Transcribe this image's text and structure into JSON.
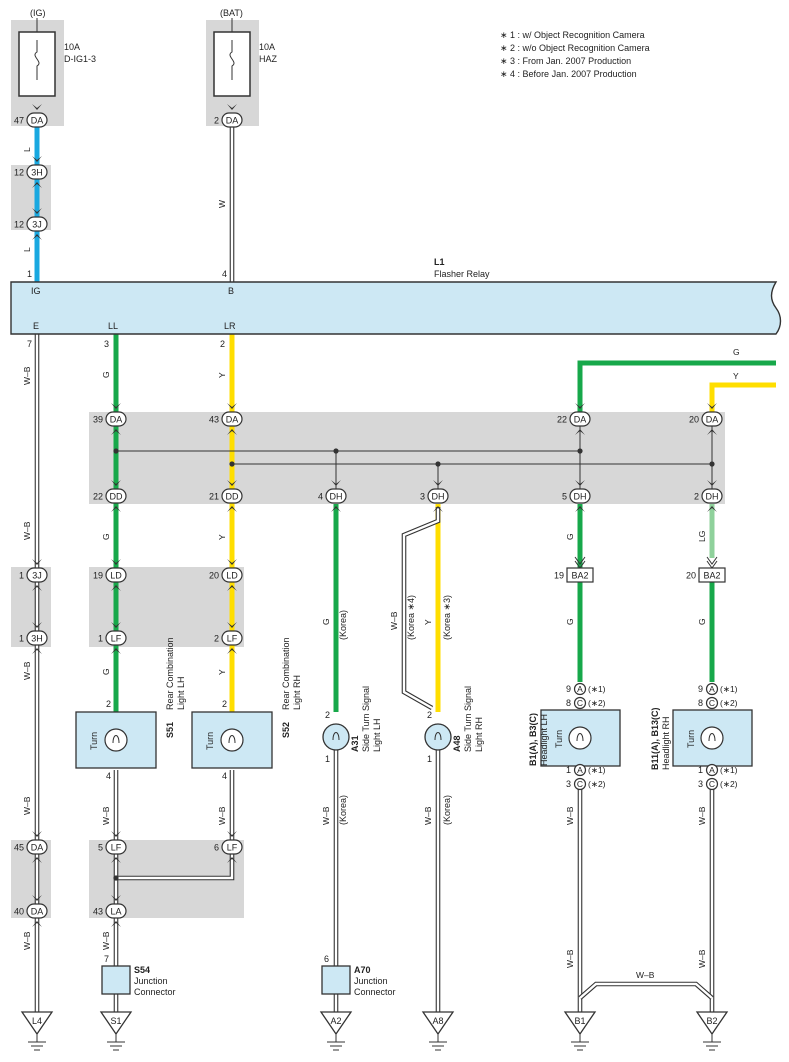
{
  "notes": [
    "∗ 1 : w/ Object Recognition Camera",
    "∗ 2 : w/o Object Recognition Camera",
    "∗ 3 : From Jan.  2007 Production",
    "∗ 4 : Before Jan.  2007 Production"
  ],
  "power": {
    "ig": {
      "source": "(IG)",
      "fuse_amp": "10A",
      "fuse_name": "D-IG1-3",
      "pin": "47",
      "conn": "DA"
    },
    "bat": {
      "source": "(BAT)",
      "fuse_amp": "10A",
      "fuse_name": "HAZ",
      "pin": "2",
      "conn": "DA"
    }
  },
  "relay": {
    "code": "L1",
    "name": "Flasher Relay",
    "pin_ig": "1",
    "term_ig": "IG",
    "pin_b": "4",
    "term_b": "B",
    "pin_e": "7",
    "term_e": "E",
    "pin_ll": "3",
    "term_ll": "LL",
    "pin_lr": "2",
    "term_lr": "LR"
  },
  "wire_colors": {
    "L": "L",
    "W": "W",
    "WB": "W–B",
    "G": "G",
    "Y": "Y",
    "LG": "LG",
    "hex_G": "#17a84a",
    "hex_Y": "#ffde00",
    "hex_L": "#19a8e0",
    "hex_LG": "#8fd19b"
  },
  "korea": "(Korea)",
  "korea4": "(Korea ∗4)",
  "korea3": "(Korea ∗3)",
  "conns": {
    "c12_3h": {
      "pin": "12",
      "conn": "3H"
    },
    "c12_3j": {
      "pin": "12",
      "conn": "3J"
    },
    "c39_da": {
      "pin": "39",
      "conn": "DA"
    },
    "c43_da": {
      "pin": "43",
      "conn": "DA"
    },
    "c22_da": {
      "pin": "22",
      "conn": "DA"
    },
    "c20_da": {
      "pin": "20",
      "conn": "DA"
    },
    "c22_dd": {
      "pin": "22",
      "conn": "DD"
    },
    "c21_dd": {
      "pin": "21",
      "conn": "DD"
    },
    "c4_dh": {
      "pin": "4",
      "conn": "DH"
    },
    "c3_dh": {
      "pin": "3",
      "conn": "DH"
    },
    "c5_dh": {
      "pin": "5",
      "conn": "DH"
    },
    "c2_dh": {
      "pin": "2",
      "conn": "DH"
    },
    "c1_3j": {
      "pin": "1",
      "conn": "3J"
    },
    "c1_3h": {
      "pin": "1",
      "conn": "3H"
    },
    "c19_ld": {
      "pin": "19",
      "conn": "LD"
    },
    "c20_ld": {
      "pin": "20",
      "conn": "LD"
    },
    "c1_lf": {
      "pin": "1",
      "conn": "LF"
    },
    "c2_lf": {
      "pin": "2",
      "conn": "LF"
    },
    "c19_ba2": {
      "pin": "19",
      "conn": "BA2"
    },
    "c20_ba2": {
      "pin": "20",
      "conn": "BA2"
    },
    "c45_da": {
      "pin": "45",
      "conn": "DA"
    },
    "c40_da": {
      "pin": "40",
      "conn": "DA"
    },
    "c5_lf": {
      "pin": "5",
      "conn": "LF"
    },
    "c6_lf": {
      "pin": "6",
      "conn": "LF"
    },
    "c43_la": {
      "pin": "43",
      "conn": "LA"
    }
  },
  "components": {
    "s51": {
      "code": "S51",
      "line1": "Rear Combination",
      "line2": "Light LH",
      "turn": "Turn",
      "pin_top": "2",
      "pin_bot": "4"
    },
    "s52": {
      "code": "S52",
      "line1": "Rear Combination",
      "line2": "Light RH",
      "turn": "Turn",
      "pin_top": "2",
      "pin_bot": "4"
    },
    "a31": {
      "code": "A31",
      "line1": "Side Turn Signal",
      "line2": "Light LH",
      "pin_top": "2",
      "pin_bot": "1"
    },
    "a48": {
      "code": "A48",
      "line1": "Side Turn Signal",
      "line2": "Light RH",
      "pin_top": "2",
      "pin_bot": "1"
    },
    "hl_lh": {
      "code": "B1(A), B3(C)",
      "line1": "Headlight LH",
      "turn": "Turn",
      "top1_pin": "9",
      "top1_c": "A",
      "top1_n": "(∗1)",
      "top2_pin": "8",
      "top2_c": "C",
      "top2_n": "(∗2)",
      "bot1_pin": "1",
      "bot1_c": "A",
      "bot1_n": "(∗1)",
      "bot2_pin": "3",
      "bot2_c": "C",
      "bot2_n": "(∗2)"
    },
    "hl_rh": {
      "code": "B11(A), B13(C)",
      "line1": "Headlight RH",
      "turn": "Turn",
      "top1_pin": "9",
      "top1_c": "A",
      "top1_n": "(∗1)",
      "top2_pin": "8",
      "top2_c": "C",
      "top2_n": "(∗2)",
      "bot1_pin": "1",
      "bot1_c": "A",
      "bot1_n": "(∗1)",
      "bot2_pin": "3",
      "bot2_c": "C",
      "bot2_n": "(∗2)"
    },
    "s54": {
      "code": "S54",
      "line1": "Junction",
      "line2": "Connector",
      "pin": "7"
    },
    "a70": {
      "code": "A70",
      "line1": "Junction",
      "line2": "Connector",
      "pin": "6"
    }
  },
  "grounds": [
    "L4",
    "S1",
    "A2",
    "A8",
    "B1",
    "B2"
  ]
}
